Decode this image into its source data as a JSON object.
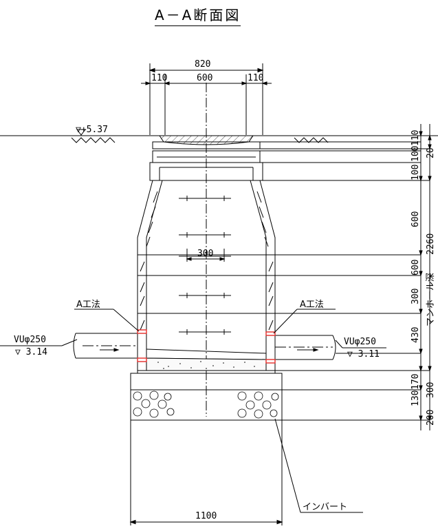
{
  "title": "A－A断面図",
  "top_dims": {
    "overall": "820",
    "left_wall": "110",
    "opening": "600",
    "right_wall": "110"
  },
  "ground_level": "▽+5.37",
  "inner_dim": "300",
  "right_dims": [
    "110",
    "20",
    "100",
    "100",
    "600",
    "600",
    "300",
    "430",
    "170",
    "130",
    "300",
    "200"
  ],
  "depth_total": "2260",
  "depth_label": "マンホール深",
  "method_left": "A工法",
  "method_right": "A工法",
  "pipe_in": {
    "name": "VUφ250",
    "level": "▽ 3.14"
  },
  "pipe_out": {
    "name": "VUφ250",
    "level": "▽ 3.11"
  },
  "invert_label": "インバート",
  "bottom_dim": "1100",
  "colors": {
    "line": "#000000",
    "joint": "#e53935"
  }
}
